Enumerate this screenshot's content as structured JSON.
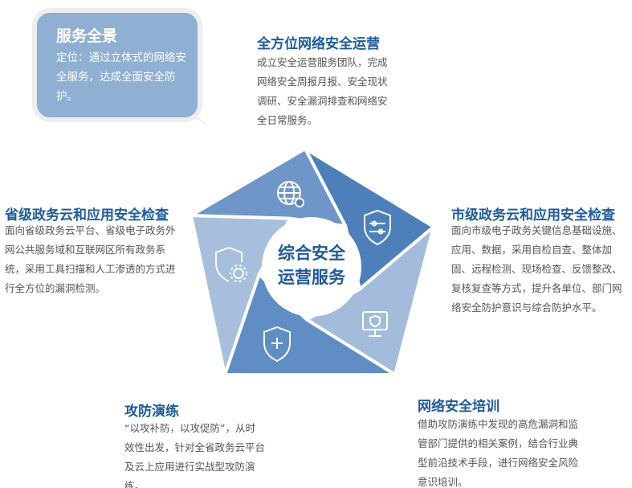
{
  "bubble": {
    "title": "服务全景",
    "text": "定位：通过立体式的网络安全服务，达成全面安全防护。"
  },
  "center": {
    "line1": "综合安全",
    "line2": "运营服务"
  },
  "sections": [
    {
      "title": "全方位网络安全运营",
      "text": "成立安全运营服务团队，完成网络安全周报月报、安全现状调研、安全漏洞排查和网络安全日常服务。"
    },
    {
      "title": "市级政务云和应用安全检查",
      "text": "面向市级电子政务关键信息基础设施、应用、数据，采用自检自查、整体加固、远程检测、现场检查、反馈整改、复核复查等方式，提升各单位、部门网络安全防护意识与综合防护水平。"
    },
    {
      "title": "网络安全培训",
      "text": "借助攻防演练中发现的高危漏洞和监管部门提供的相关案例，结合行业典型前沿技术手段，进行网络安全风险意识培训。"
    },
    {
      "title": "攻防演练",
      "text": "“以攻补防，以攻促防”，从时效性出发，针对全省政务云平台及云上应用进行实战型攻防演练。"
    },
    {
      "title": "省级政务云和应用安全检查",
      "text": "面向省级政务云平台、省级电子政务外网公共服务域和互联网区所有政务系统，采用工具扫描和人工渗透的方式进行全方位的漏洞检测。"
    }
  ],
  "colors": {
    "seg": [
      "#4d7fbb",
      "#a3bcdc",
      "#5f8dc4",
      "#a7bedd",
      "#6e96c8"
    ],
    "title": "#1d5a9e",
    "bubble": "#8fafd3"
  }
}
